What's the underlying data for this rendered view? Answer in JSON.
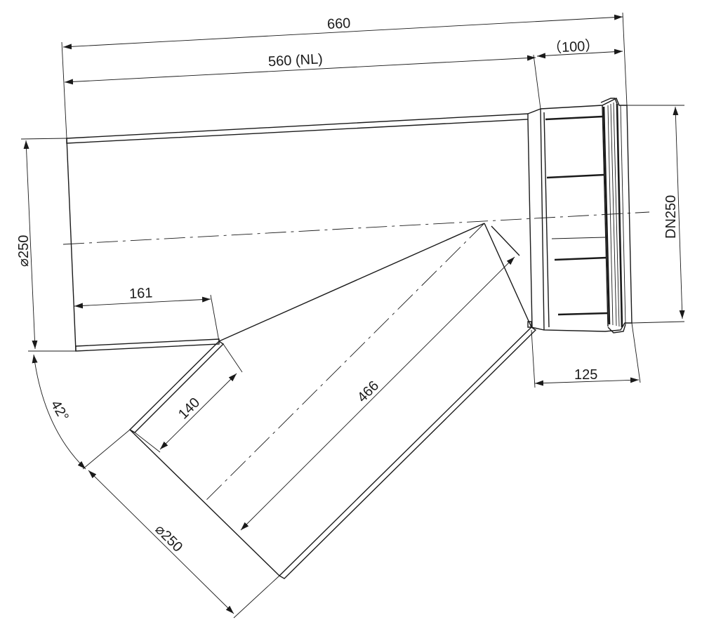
{
  "dimensions": {
    "overall_length": "660",
    "nominal_length": "560 (NL)",
    "socket_length": "（100）",
    "main_diameter": "⌀250",
    "nominal_size": "DN250",
    "branch_offset": "161",
    "socket_depth": "125",
    "branch_edge": "140",
    "branch_length": "466",
    "branch_diameter": "⌀250",
    "branch_angle": "42°"
  }
}
